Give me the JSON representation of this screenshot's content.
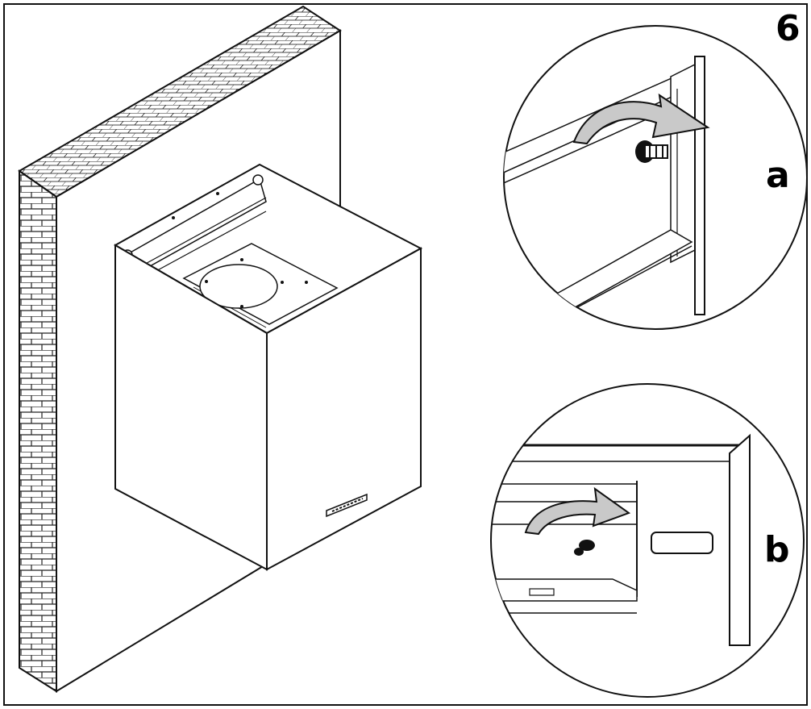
{
  "step": {
    "number": "6"
  },
  "details": {
    "a": "a",
    "b": "b"
  },
  "colors": {
    "line": "#111111",
    "background": "#ffffff",
    "arrow_fill": "#c9c9c9"
  }
}
